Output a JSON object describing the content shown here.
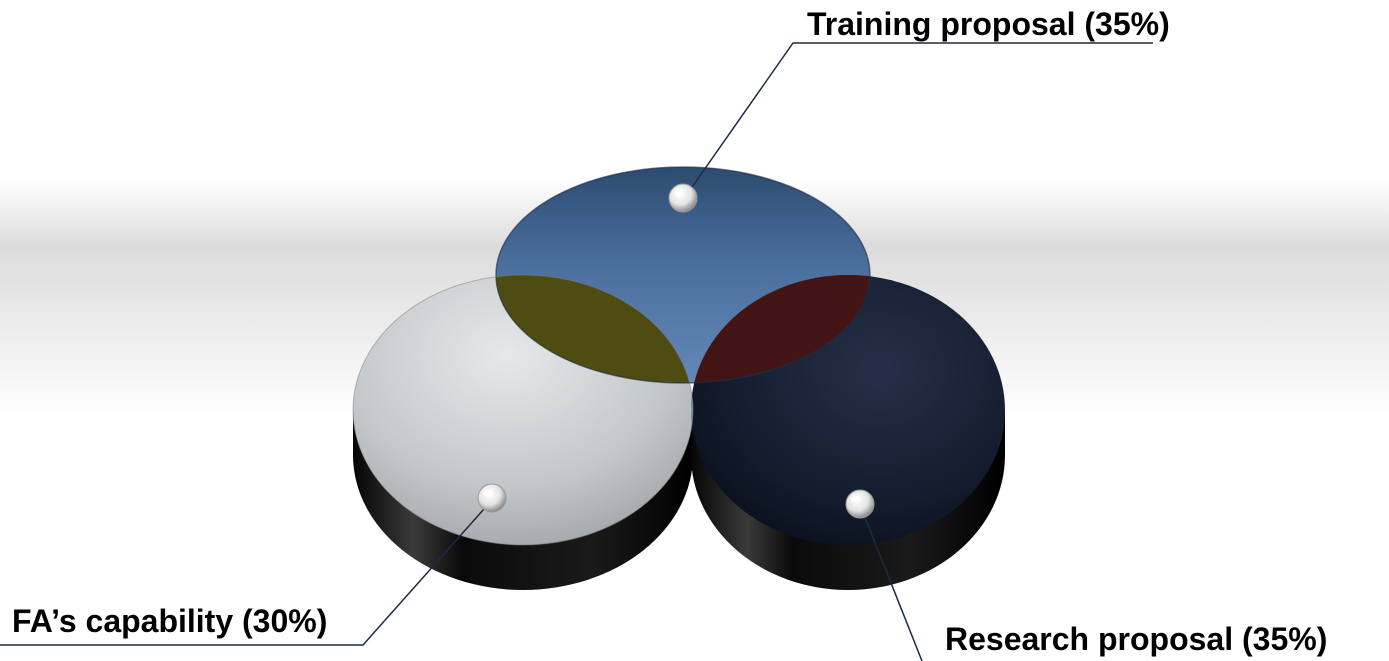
{
  "labels": {
    "top": "Training proposal (35%)",
    "left": "FA’s capability (30%)",
    "right": "Research proposal (35%)"
  },
  "colors": {
    "training": "#4a6f9e",
    "fa_capability": "#c9cbcd",
    "research": "#111a2c",
    "overlap_training_fa": "#4f4c12",
    "overlap_training_research": "#421414",
    "overlap_fa_research": "#8797a8",
    "overlap_center": "#b9b9b9"
  }
}
